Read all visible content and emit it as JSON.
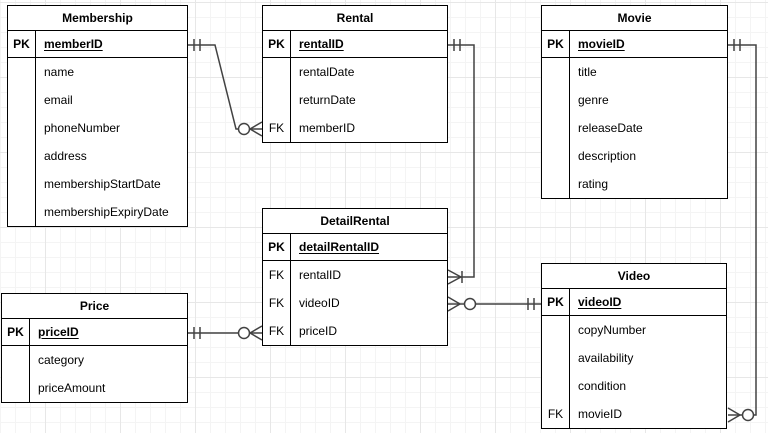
{
  "tables": {
    "membership": {
      "title": "Membership",
      "pk": {
        "key": "PK",
        "name": "memberID"
      },
      "rows": [
        {
          "key": "",
          "name": "name"
        },
        {
          "key": "",
          "name": "email"
        },
        {
          "key": "",
          "name": "phoneNumber"
        },
        {
          "key": "",
          "name": "address"
        },
        {
          "key": "",
          "name": "membershipStartDate"
        },
        {
          "key": "",
          "name": "membershipExpiryDate"
        }
      ]
    },
    "rental": {
      "title": "Rental",
      "pk": {
        "key": "PK",
        "name": "rentalID"
      },
      "rows": [
        {
          "key": "",
          "name": "rentalDate"
        },
        {
          "key": "",
          "name": "returnDate"
        },
        {
          "key": "FK",
          "name": "memberID"
        }
      ]
    },
    "movie": {
      "title": "Movie",
      "pk": {
        "key": "PK",
        "name": "movieID"
      },
      "rows": [
        {
          "key": "",
          "name": "title"
        },
        {
          "key": "",
          "name": "genre"
        },
        {
          "key": "",
          "name": "releaseDate"
        },
        {
          "key": "",
          "name": "description"
        },
        {
          "key": "",
          "name": "rating"
        }
      ]
    },
    "detailRental": {
      "title": "DetailRental",
      "pk": {
        "key": "PK",
        "name": "detailRentalID"
      },
      "rows": [
        {
          "key": "FK",
          "name": "rentalID"
        },
        {
          "key": "FK",
          "name": "videoID"
        },
        {
          "key": "FK",
          "name": "priceID"
        }
      ]
    },
    "price": {
      "title": "Price",
      "pk": {
        "key": "PK",
        "name": "priceID"
      },
      "rows": [
        {
          "key": "",
          "name": "category"
        },
        {
          "key": "",
          "name": "priceAmount"
        }
      ]
    },
    "video": {
      "title": "Video",
      "pk": {
        "key": "PK",
        "name": "videoID"
      },
      "rows": [
        {
          "key": "",
          "name": "copyNumber"
        },
        {
          "key": "",
          "name": "availability"
        },
        {
          "key": "",
          "name": "condition"
        },
        {
          "key": "FK",
          "name": "movieID"
        }
      ]
    }
  },
  "relationships": [
    {
      "from": "Membership.memberID",
      "to": "Rental.memberID",
      "from_cardinality": "exactly-one",
      "to_cardinality": "zero-or-many"
    },
    {
      "from": "Rental.rentalID",
      "to": "DetailRental.rentalID",
      "from_cardinality": "exactly-one",
      "to_cardinality": "one-or-many"
    },
    {
      "from": "Video.videoID",
      "to": "DetailRental.videoID",
      "from_cardinality": "exactly-one",
      "to_cardinality": "zero-or-many"
    },
    {
      "from": "Price.priceID",
      "to": "DetailRental.priceID",
      "from_cardinality": "exactly-one",
      "to_cardinality": "zero-or-many"
    },
    {
      "from": "Movie.movieID",
      "to": "Video.movieID",
      "from_cardinality": "exactly-one",
      "to_cardinality": "zero-or-many"
    }
  ],
  "colors": {
    "table_border": "#000000",
    "connector": "#424242",
    "background": "#ffffff",
    "grid_minor": "#f4f4f4",
    "grid_major": "#e7e7e7",
    "text": "#000000"
  }
}
